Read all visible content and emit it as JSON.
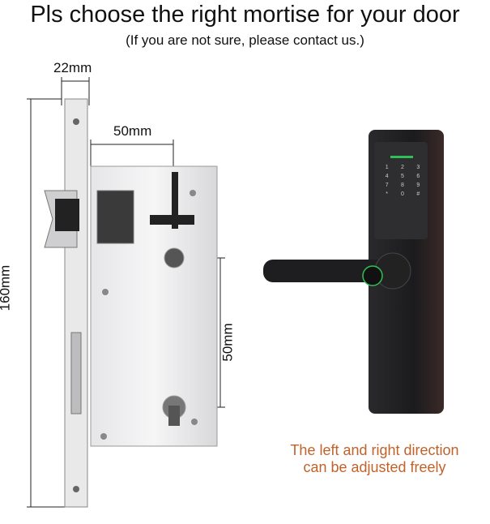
{
  "header": {
    "title": "Pls choose the right mortise for your door",
    "subtitle": "(If you are not sure, please contact us.)"
  },
  "dimensions": {
    "faceplate_width": "22mm",
    "backset": "50mm",
    "height": "160mm",
    "center_distance": "50mm"
  },
  "note": {
    "line1": "The left and right direction",
    "line2": "can be adjusted freely"
  },
  "keypad": {
    "keys": [
      "1",
      "2",
      "3",
      "4",
      "5",
      "6",
      "7",
      "8",
      "9",
      "*",
      "0",
      "#"
    ]
  },
  "colors": {
    "note": "#c0622a",
    "lock_body": "#1c1c1e",
    "indicator": "#2fbf5a"
  }
}
